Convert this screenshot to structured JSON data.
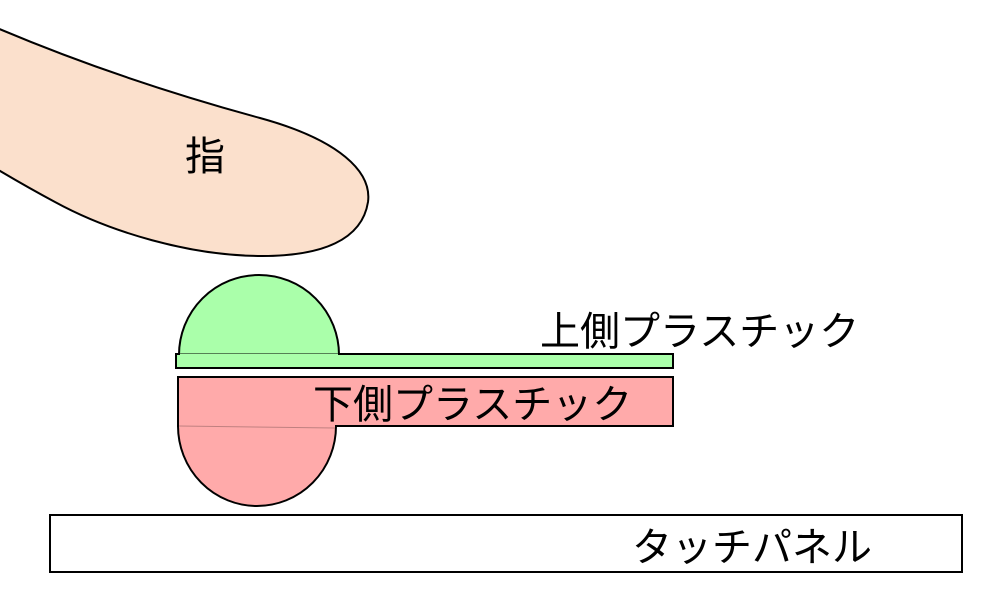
{
  "labels": {
    "finger": "指",
    "upper_plastic": "上側プラスチック",
    "lower_plastic": "下側プラスチック",
    "touch_panel": "タッチパネル"
  },
  "colors": {
    "finger_fill": "#fbe0cc",
    "upper_fill": "#aaffaa",
    "lower_fill": "#ffaaaa",
    "panel_fill": "#ffffff",
    "outline": "#000000"
  }
}
